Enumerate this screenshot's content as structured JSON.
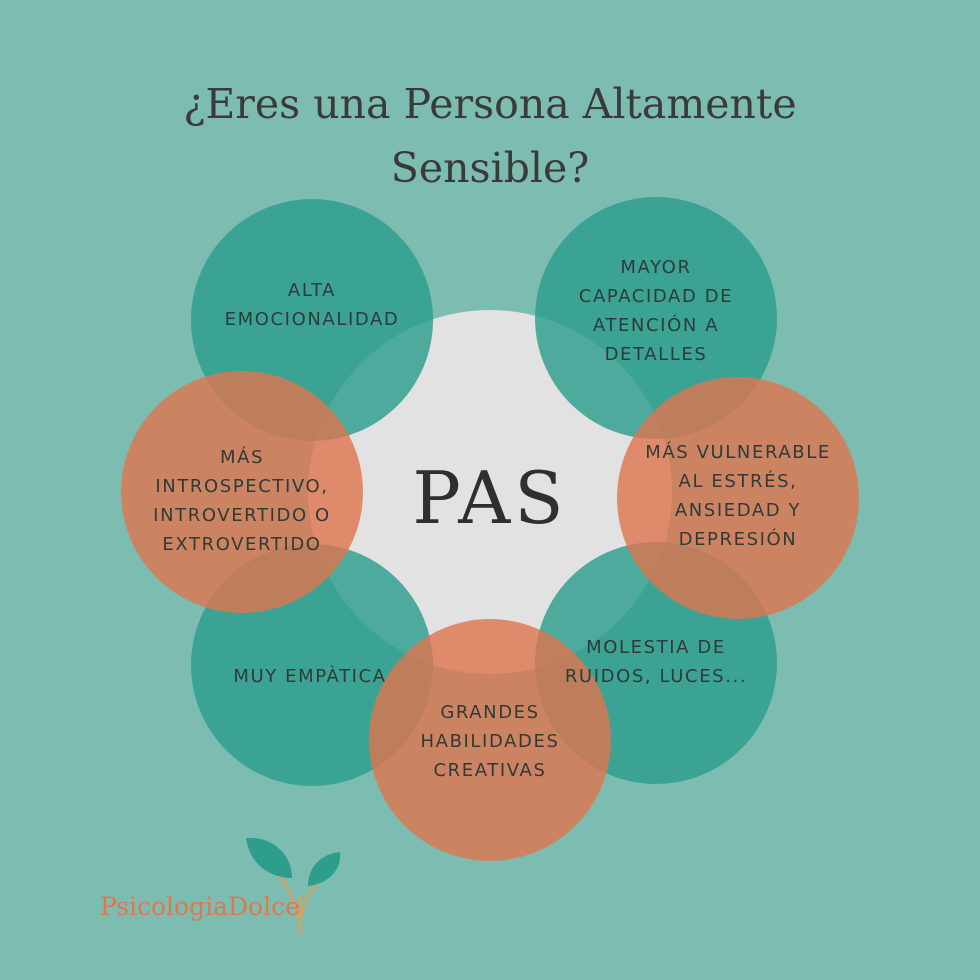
{
  "title": {
    "line1": "¿Eres una Persona Altamente",
    "line2": "Sensible?"
  },
  "center": {
    "label": "PAS"
  },
  "colors": {
    "background": "#7dbcb1",
    "teal_circle": "#2d9e8c",
    "orange_circle": "#e0744f",
    "center_circle": "#e2e2e2",
    "brand": "#e0774e"
  },
  "traits": [
    {
      "lines": [
        "ALTA",
        "EMOCIONALIDAD"
      ]
    },
    {
      "lines": [
        "MAYOR",
        "CAPACIDAD DE",
        "ATENCIÓN A",
        "DETALLES"
      ]
    },
    {
      "lines": [
        "MÁS",
        "INTROSPECTIVO,",
        "INTROVERTIDO O",
        "EXTROVERTIDO"
      ]
    },
    {
      "lines": [
        "MÁS VULNERABLE",
        "AL ESTRÉS,",
        "ANSIEDAD Y",
        "DEPRESIÓN"
      ]
    },
    {
      "lines": [
        "MUY EMPÀTICA"
      ]
    },
    {
      "lines": [
        "MOLESTIA DE",
        "RUIDOS, LUCES..."
      ]
    },
    {
      "lines": [
        "GRANDES",
        "HABILIDADES",
        "CREATIVAS"
      ]
    }
  ],
  "logo": {
    "text": "PsicologiaDolce",
    "icon": "sprout-leaves-icon"
  }
}
